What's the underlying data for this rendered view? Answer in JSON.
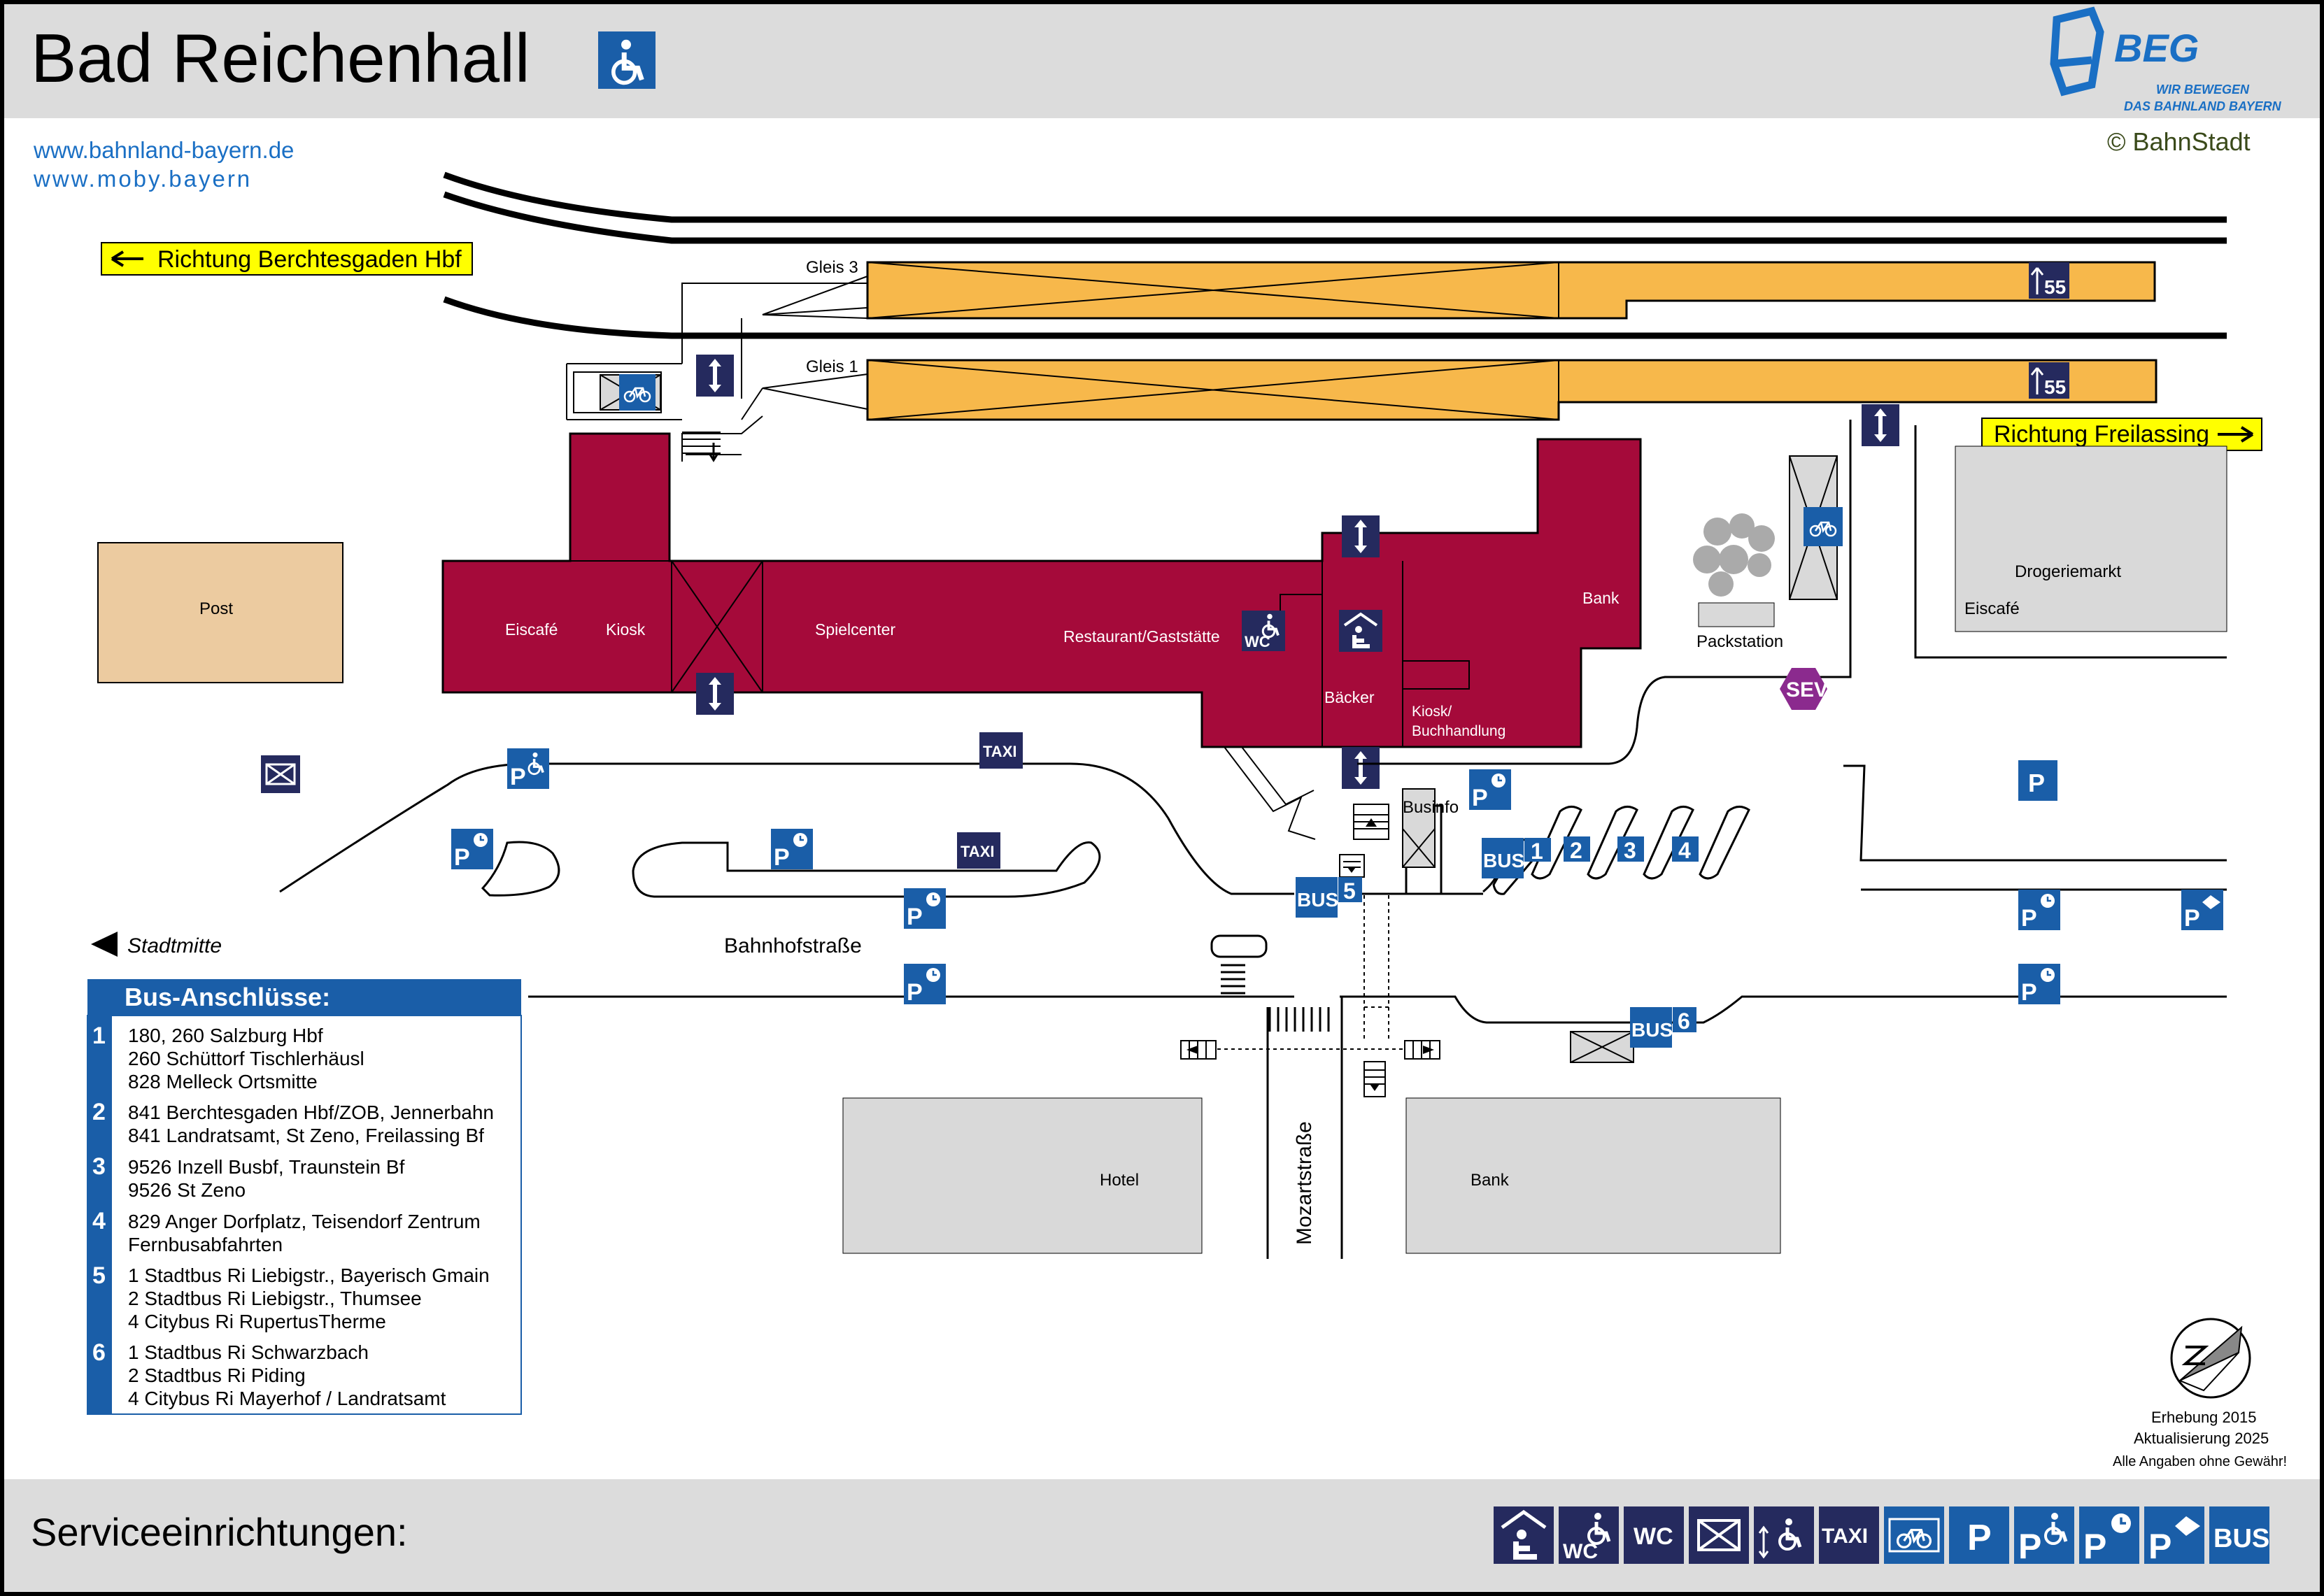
{
  "header": {
    "title": "Bad Reichenhall",
    "links": [
      "www.bahnland-bayern.de",
      "www.moby.bayern"
    ],
    "logo": {
      "name": "BEG",
      "slogan_1": "WIR BEWEGEN",
      "slogan_2": "DAS BAHNLAND BAYERN"
    },
    "copyright": "© BahnStadt"
  },
  "directions": {
    "berchtesgaden": "Richtung Berchtesgaden Hbf",
    "freilassing": "Richtung Freilassing",
    "stadtmitte": "Stadtmitte"
  },
  "tracks": {
    "gleis_3": "Gleis 3",
    "gleis_1": "Gleis 1",
    "platform_height": "55"
  },
  "labels": {
    "post": "Post",
    "eiscafe": "Eiscafé",
    "kiosk": "Kiosk",
    "spielcenter": "Spielcenter",
    "restaurant": "Restaurant/Gaststätte",
    "baecker": "Bäcker",
    "kiosk_buch_1": "Kiosk/",
    "kiosk_buch_2": "Buchhandlung",
    "bank_station": "Bank",
    "packstation": "Packstation",
    "drogeriemarkt": "Drogeriemarkt",
    "eiscafe_right": "Eiscafé",
    "businfo": "Businfo",
    "bahnhofstrasse": "Bahnhofstraße",
    "mozartstrasse": "Mozartstraße",
    "hotel": "Hotel",
    "bank_south": "Bank",
    "taxi": "TAXI",
    "sev": "SEV",
    "bus": "BUS",
    "wc": "WC",
    "parking": "P"
  },
  "bus_stops": [
    "1",
    "2",
    "3",
    "4",
    "5",
    "6"
  ],
  "bus_connections": {
    "title": "Bus-Anschlüsse:",
    "entries": [
      {
        "num": "1",
        "lines": [
          "180, 260 Salzburg Hbf",
          "260 Schüttorf Tischlerhäusl",
          "828 Melleck Ortsmitte"
        ]
      },
      {
        "num": "2",
        "lines": [
          "841 Berchtesgaden Hbf/ZOB, Jennerbahn",
          "841 Landratsamt, St Zeno, Freilassing Bf"
        ]
      },
      {
        "num": "3",
        "lines": [
          "9526 Inzell Busbf, Traunstein Bf",
          "9526 St Zeno"
        ]
      },
      {
        "num": "4",
        "lines": [
          "829 Anger Dorfplatz, Teisendorf Zentrum",
          "Fernbusabfahrten"
        ]
      },
      {
        "num": "5",
        "lines": [
          "1 Stadtbus Ri Liebigstr., Bayerisch Gmain",
          "2 Stadtbus Ri Liebigstr., Thumsee",
          "4 Citybus Ri RupertusTherme"
        ]
      },
      {
        "num": "6",
        "lines": [
          "1 Stadtbus Ri Schwarzbach",
          "2 Stadtbus Ri Piding",
          "4 Citybus Ri Mayerhof / Landratsamt"
        ]
      }
    ]
  },
  "notes": [
    "Erhebung 2015",
    "Aktualisierung 2025",
    "Alle Angaben ohne Gewähr!"
  ],
  "footer": {
    "title": "Serviceeinrichtungen:",
    "icons": [
      "waiting-room-icon",
      "accessible-wc-icon",
      "wc-icon",
      "mailbox-icon",
      "wheelchair-ramp-icon",
      "taxi-icon",
      "bike-parking-icon",
      "parking-icon",
      "accessible-parking-icon",
      "short-term-parking-icon",
      "ev-charging-parking-icon",
      "bus-icon"
    ]
  },
  "colors": {
    "station_building": "#a50a3a",
    "platform": "#f7b84b",
    "icon_blue": "#1a5ea8",
    "icon_navy": "#252a5e",
    "direction_sign": "#ffff00",
    "post_building": "#eccba0",
    "grey_building": "#d9d9d9",
    "sev": "#8b2a8e"
  }
}
